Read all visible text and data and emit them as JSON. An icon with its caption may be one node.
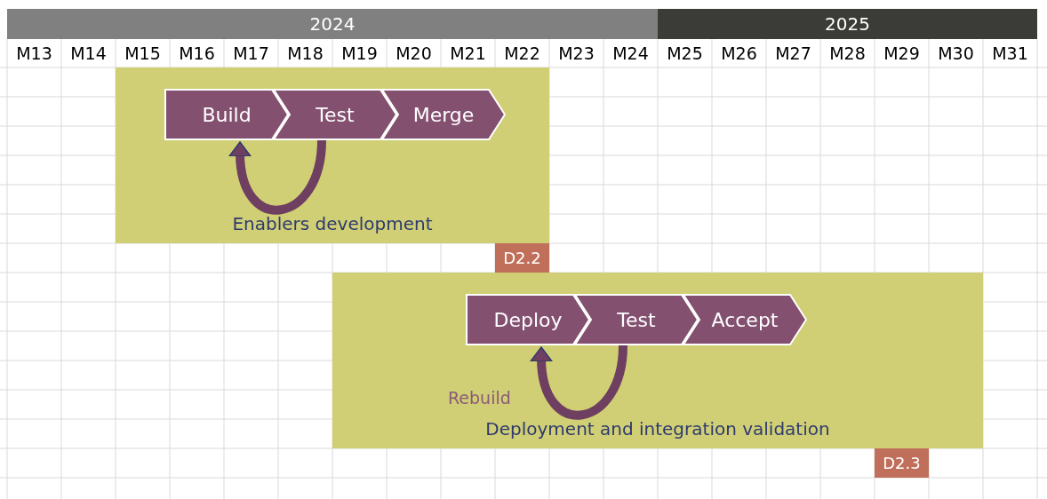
{
  "diagram": {
    "nodes": [
      {
        "text": [
          "2024"
        ]
      },
      {
        "text": [
          "2025"
        ]
      },
      {
        "text": [
          "Enablers development"
        ]
      },
      {
        "text": [
          "Build"
        ],
        "in": 2
      },
      {
        "text": [
          "Test"
        ],
        "in": 2
      },
      {
        "text": [
          "Merge"
        ],
        "in": 2
      },
      {
        "text": [
          "D2.2"
        ]
      },
      {
        "text": [
          "Deployment and integration validation"
        ]
      },
      {
        "text": [
          "Deploy"
        ],
        "in": 7
      },
      {
        "text": [
          "Test"
        ],
        "in": 7
      },
      {
        "text": [
          "Accept"
        ],
        "in": 7
      },
      {
        "text": [
          "D2.3"
        ]
      }
    ],
    "edges": [
      {
        "from": 4,
        "to": 3,
        "arrow": "to"
      },
      {
        "from": 9,
        "to": 8,
        "arrow": "to",
        "label": "Rebuild"
      }
    ],
    "labels": [
      "M13",
      "M14",
      "M15",
      "M16",
      "M17",
      "M18",
      "M19",
      "M20",
      "M21",
      "M22",
      "M23",
      "M24",
      "M25",
      "M26",
      "M27",
      "M28",
      "M29",
      "M30",
      "M31"
    ]
  }
}
